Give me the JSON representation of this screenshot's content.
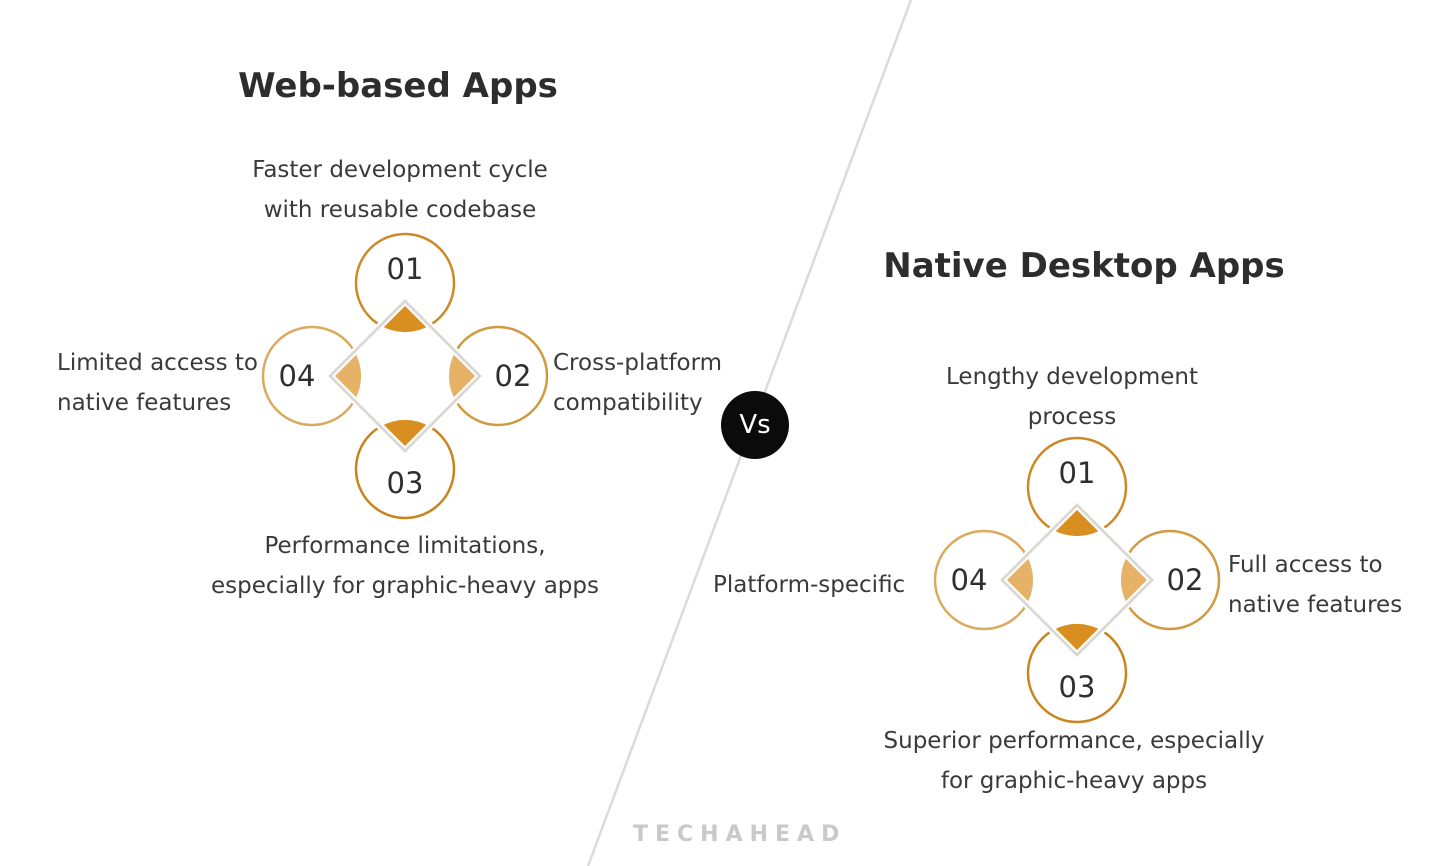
{
  "page": {
    "vs_label": "Vs",
    "brand": "TECHAHEAD"
  },
  "colors": {
    "divider": "#dbdbdb",
    "diamond_stroke": "#dbd8d3",
    "wedge_dark": "#d98e20",
    "wedge_light": "#e6b268",
    "circle_stroke_top": "#cb8a25",
    "circle_stroke_right": "#d09a40",
    "circle_stroke_bottom": "#c8851e",
    "circle_stroke_left": "#daab5e",
    "number_color": "#2f2f2f",
    "vs_bg": "#0b0b0b",
    "vs_text": "#ffffff",
    "title_color": "#2d2d2d",
    "label_color": "#3a3a3a",
    "brand_color": "#c9c9cb"
  },
  "left_panel": {
    "title": "Web-based Apps",
    "items": [
      {
        "number": "01",
        "position": "top",
        "lines": [
          "Faster development cycle",
          "with reusable codebase"
        ]
      },
      {
        "number": "02",
        "position": "right",
        "lines": [
          "Cross-platform",
          "compatibility"
        ]
      },
      {
        "number": "03",
        "position": "bottom",
        "lines": [
          "Performance limitations,",
          "especially for graphic-heavy apps"
        ]
      },
      {
        "number": "04",
        "position": "left",
        "lines": [
          "Limited access to",
          "native features"
        ]
      }
    ]
  },
  "right_panel": {
    "title": "Native Desktop Apps",
    "items": [
      {
        "number": "01",
        "position": "top",
        "lines": [
          "Lengthy development",
          "process"
        ]
      },
      {
        "number": "02",
        "position": "right",
        "lines": [
          "Full access to",
          "native features"
        ]
      },
      {
        "number": "03",
        "position": "bottom",
        "lines": [
          "Superior performance, especially",
          "for graphic-heavy apps"
        ]
      },
      {
        "number": "04",
        "position": "left",
        "lines": [
          "Platform-specific"
        ]
      }
    ]
  }
}
